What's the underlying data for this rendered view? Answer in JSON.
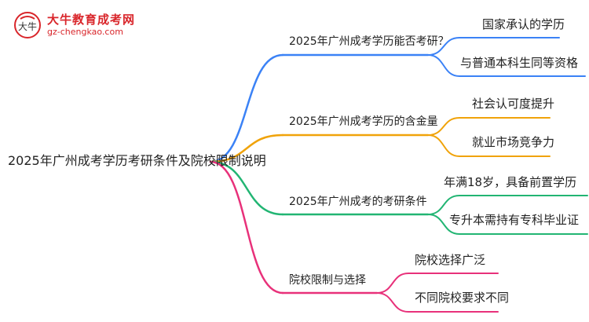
{
  "logo": {
    "title": "大牛教育成考网",
    "url": "gz-chengkao.com",
    "mark_text": "大牛",
    "colors": {
      "red": "#d9262b",
      "dark": "#333333"
    }
  },
  "root": {
    "label": "2025年广州成考学历考研条件及院校限制说明"
  },
  "branches": [
    {
      "label": "2025年广州成考学历能否考研？",
      "color": "#3b82f6",
      "children": [
        "国家承认的学历",
        "与普通本科生同等资格"
      ]
    },
    {
      "label": "2025年广州成考学历的含金量",
      "color": "#f0a30a",
      "children": [
        "社会认可度提升",
        "就业市场竞争力"
      ]
    },
    {
      "label": "2025年广州成考的考研条件",
      "color": "#22b573",
      "children": [
        "年满18岁，具备前置学历",
        "专升本需持有专科毕业证"
      ]
    },
    {
      "label": "院校限制与选择",
      "color": "#e8317a",
      "children": [
        "院校选择广泛",
        "不同院校要求不同"
      ]
    }
  ]
}
